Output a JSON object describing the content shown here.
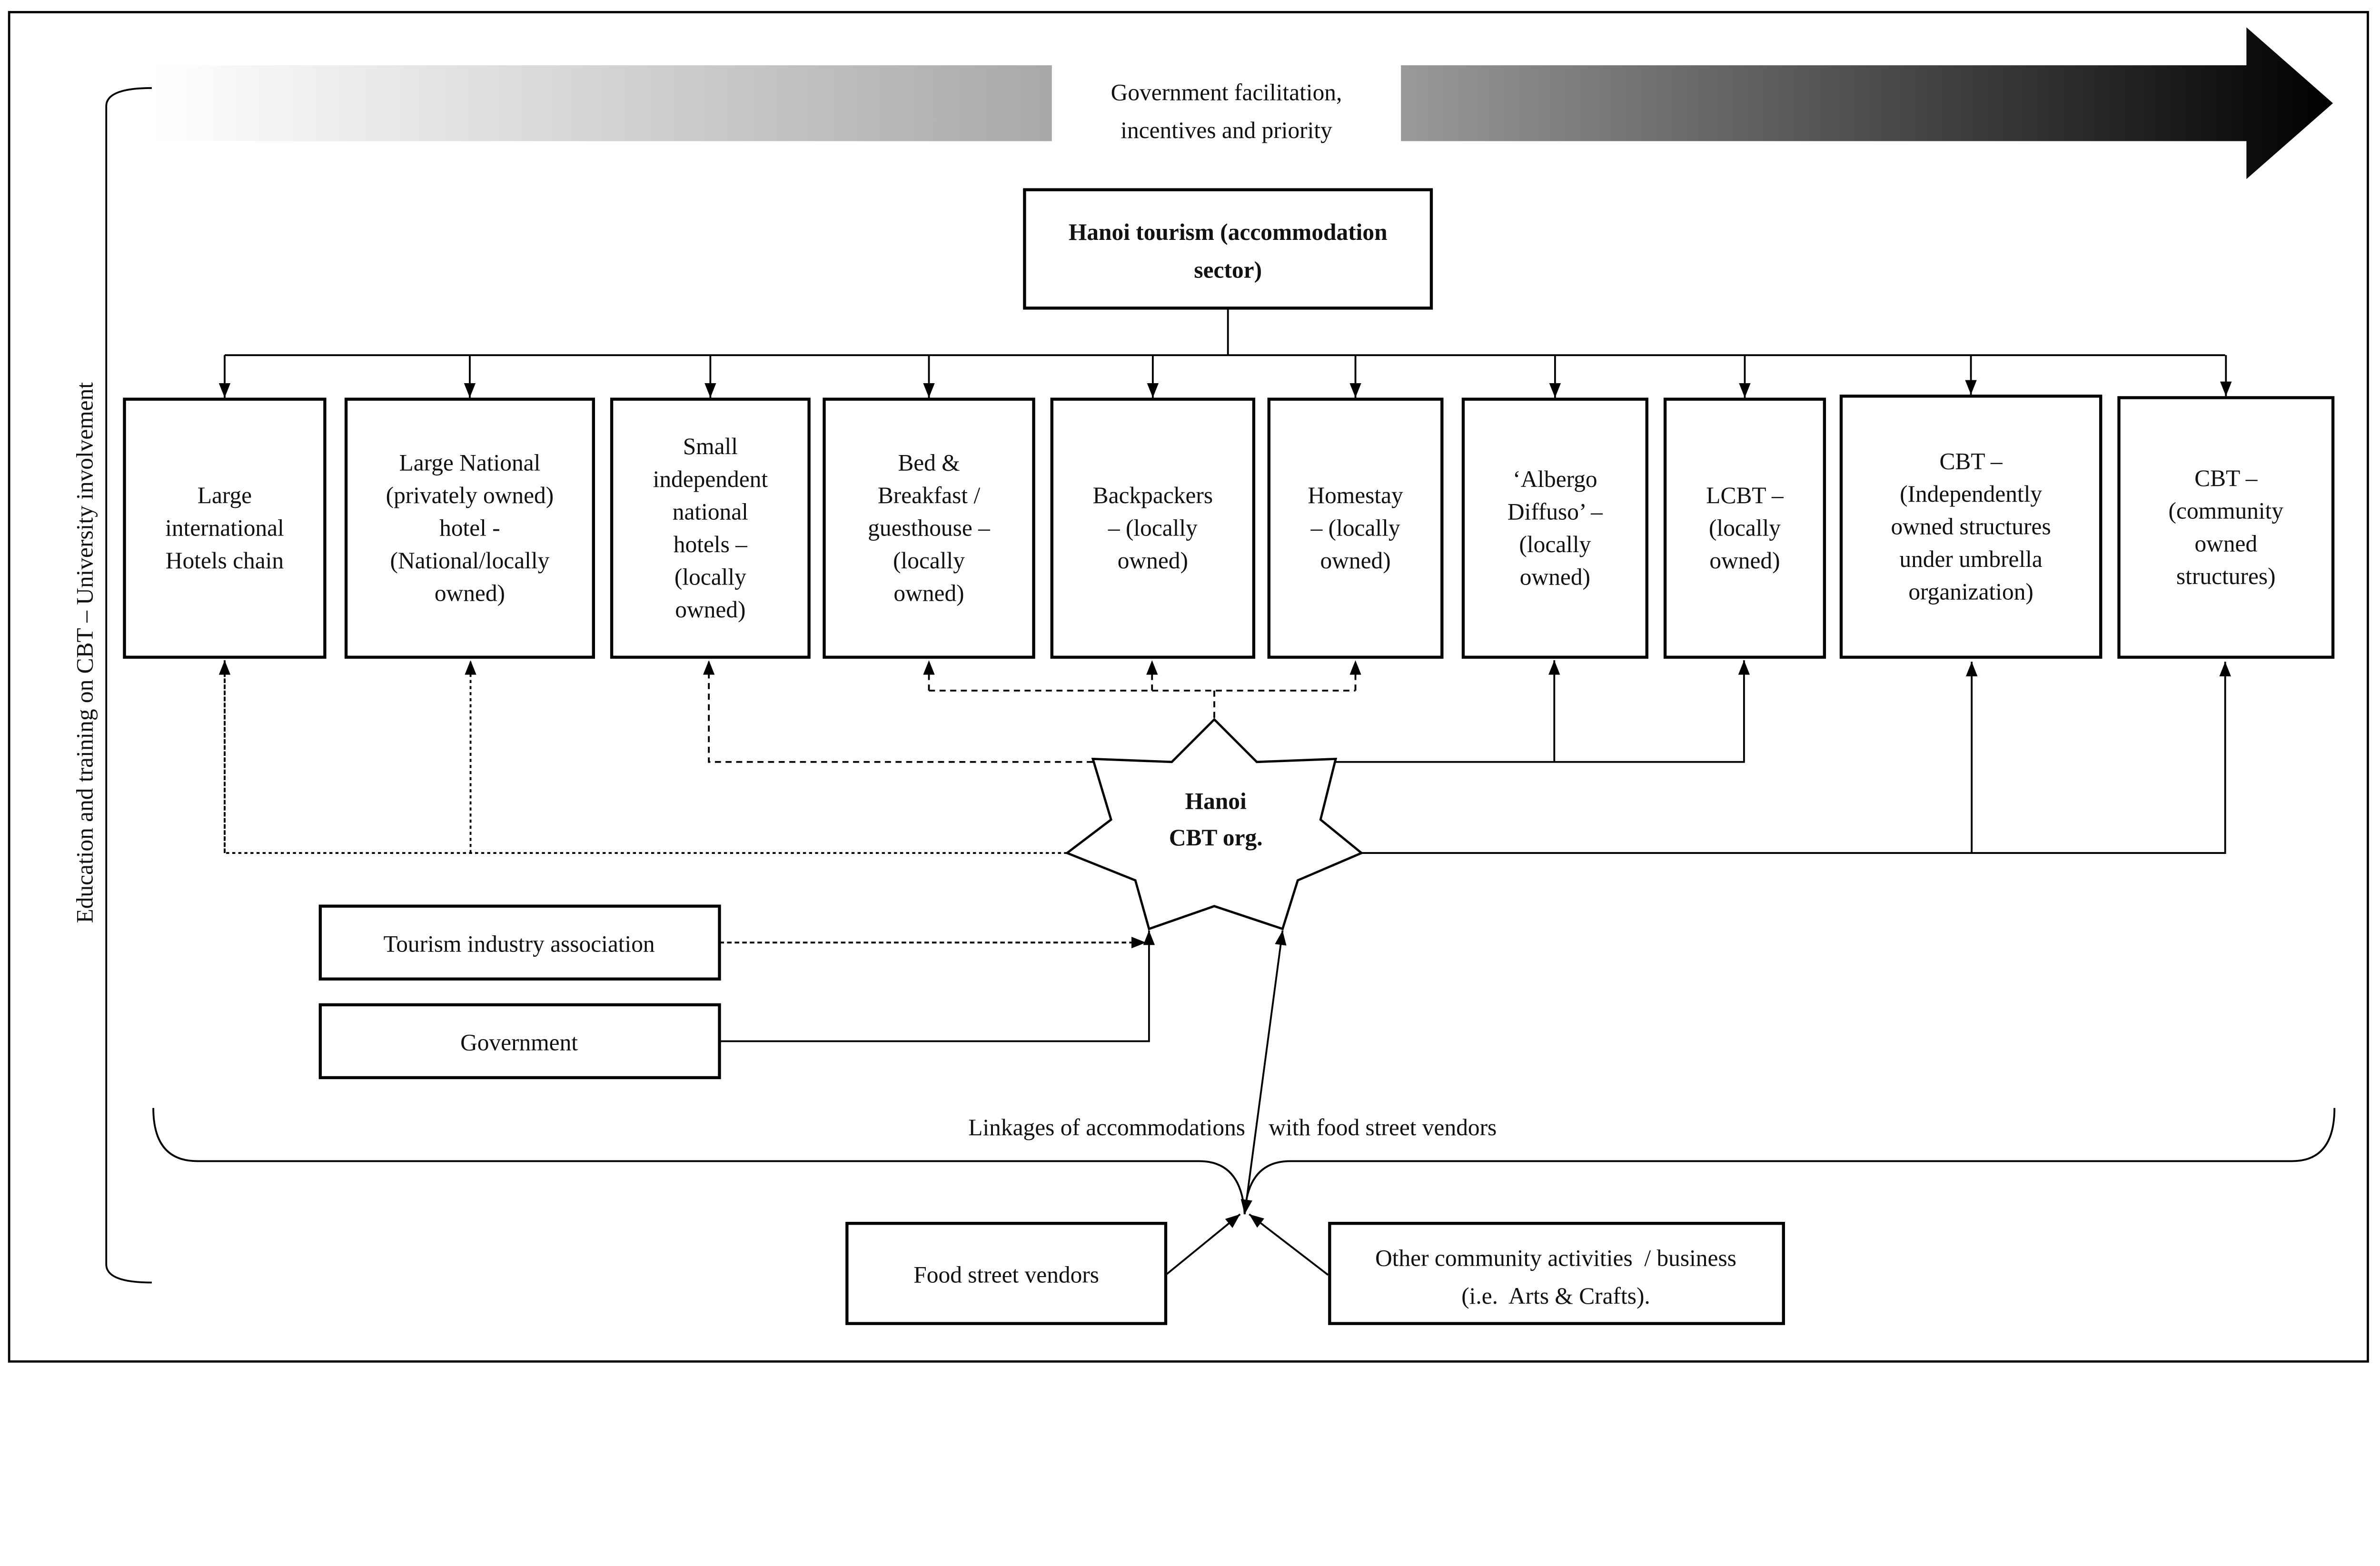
{
  "banner": {
    "line1": "Government facilitation,",
    "line2": "incentives and priority"
  },
  "root": {
    "line1": "Hanoi tourism (accommodation",
    "line2": "sector)"
  },
  "side_label": "Education and training on CBT – University involvement",
  "categories": [
    {
      "lines": [
        "Large",
        "international",
        "Hotels chain"
      ]
    },
    {
      "lines": [
        "Large National",
        "(privately  owned)",
        "hotel -",
        "(National/locally",
        "owned)"
      ]
    },
    {
      "lines": [
        "Small",
        "independent",
        "national",
        "hotels –",
        "(locally",
        "owned)"
      ]
    },
    {
      "lines": [
        "Bed &",
        "Breakfast /",
        "guesthouse –",
        "(locally",
        "owned)"
      ]
    },
    {
      "lines": [
        "Backpackers",
        "– (locally",
        "owned)"
      ]
    },
    {
      "lines": [
        "Homestay",
        "– (locally",
        "owned)"
      ]
    },
    {
      "lines": [
        "‘Albergo",
        "Diffuso’ –",
        "(locally",
        "owned)"
      ]
    },
    {
      "lines": [
        "LCBT –",
        "(locally",
        "owned)"
      ]
    },
    {
      "lines": [
        "CBT –",
        "(Independently",
        "owned structures",
        "under umbrella",
        "organization)"
      ]
    },
    {
      "lines": [
        "CBT –",
        "(community",
        "owned",
        "structures)"
      ]
    }
  ],
  "hub": {
    "line1": "Hanoi",
    "line2": "CBT org."
  },
  "tourism_association": "Tourism industry association",
  "government": "Government",
  "linkages": "Linkages of accommodations    with food street vendors",
  "food_vendors": "Food street vendors",
  "other": {
    "line1": "Other community activities  / business",
    "line2": "(i.e.  Arts & Crafts)."
  }
}
